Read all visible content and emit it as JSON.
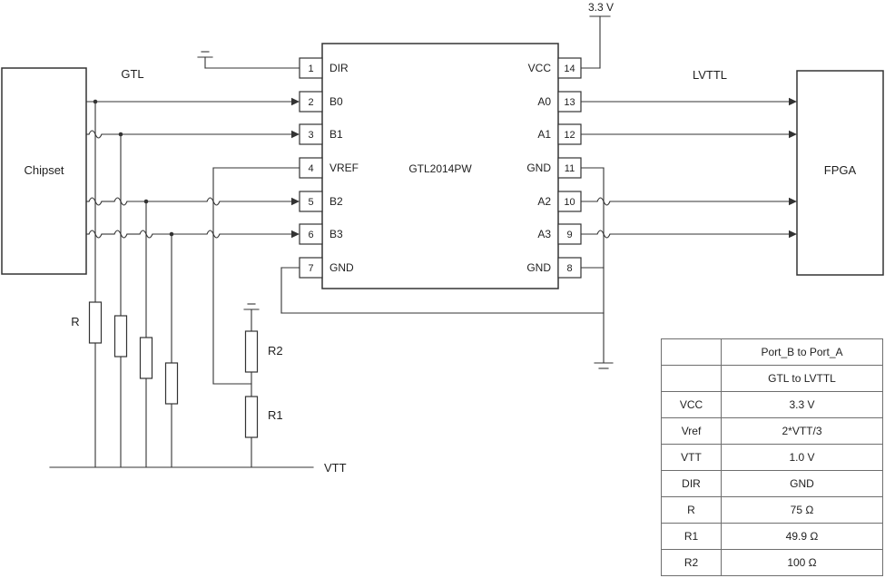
{
  "style": {
    "ink": "#333333",
    "background": "#ffffff"
  },
  "labels": {
    "supply_voltage": "3.3 V",
    "left_bus": "GTL",
    "right_bus": "LVTTL",
    "rail": "VTT",
    "pullup_r": "R",
    "divider_top": "R2",
    "divider_bottom": "R1"
  },
  "blocks": {
    "left": "Chipset",
    "right": "FPGA"
  },
  "ic": {
    "name": "GTL2014PW",
    "left_pins": [
      {
        "num": "1",
        "name": "DIR"
      },
      {
        "num": "2",
        "name": "B0"
      },
      {
        "num": "3",
        "name": "B1"
      },
      {
        "num": "4",
        "name": "VREF"
      },
      {
        "num": "5",
        "name": "B2"
      },
      {
        "num": "6",
        "name": "B3"
      },
      {
        "num": "7",
        "name": "GND"
      }
    ],
    "right_pins": [
      {
        "num": "14",
        "name": "VCC"
      },
      {
        "num": "13",
        "name": "A0"
      },
      {
        "num": "12",
        "name": "A1"
      },
      {
        "num": "11",
        "name": "GND"
      },
      {
        "num": "10",
        "name": "A2"
      },
      {
        "num": "9",
        "name": "A3"
      },
      {
        "num": "8",
        "name": "GND"
      }
    ]
  },
  "table": {
    "rows": [
      {
        "param": "",
        "value": "Port_B to Port_A"
      },
      {
        "param": "",
        "value": "GTL to LVTTL"
      },
      {
        "param": "VCC",
        "value": "3.3 V"
      },
      {
        "param": "Vref",
        "value": "2*VTT/3"
      },
      {
        "param": "VTT",
        "value": "1.0 V"
      },
      {
        "param": "DIR",
        "value": "GND"
      },
      {
        "param": "R",
        "value": "75 Ω"
      },
      {
        "param": "R1",
        "value": "49.9 Ω"
      },
      {
        "param": "R2",
        "value": "100 Ω"
      }
    ]
  }
}
